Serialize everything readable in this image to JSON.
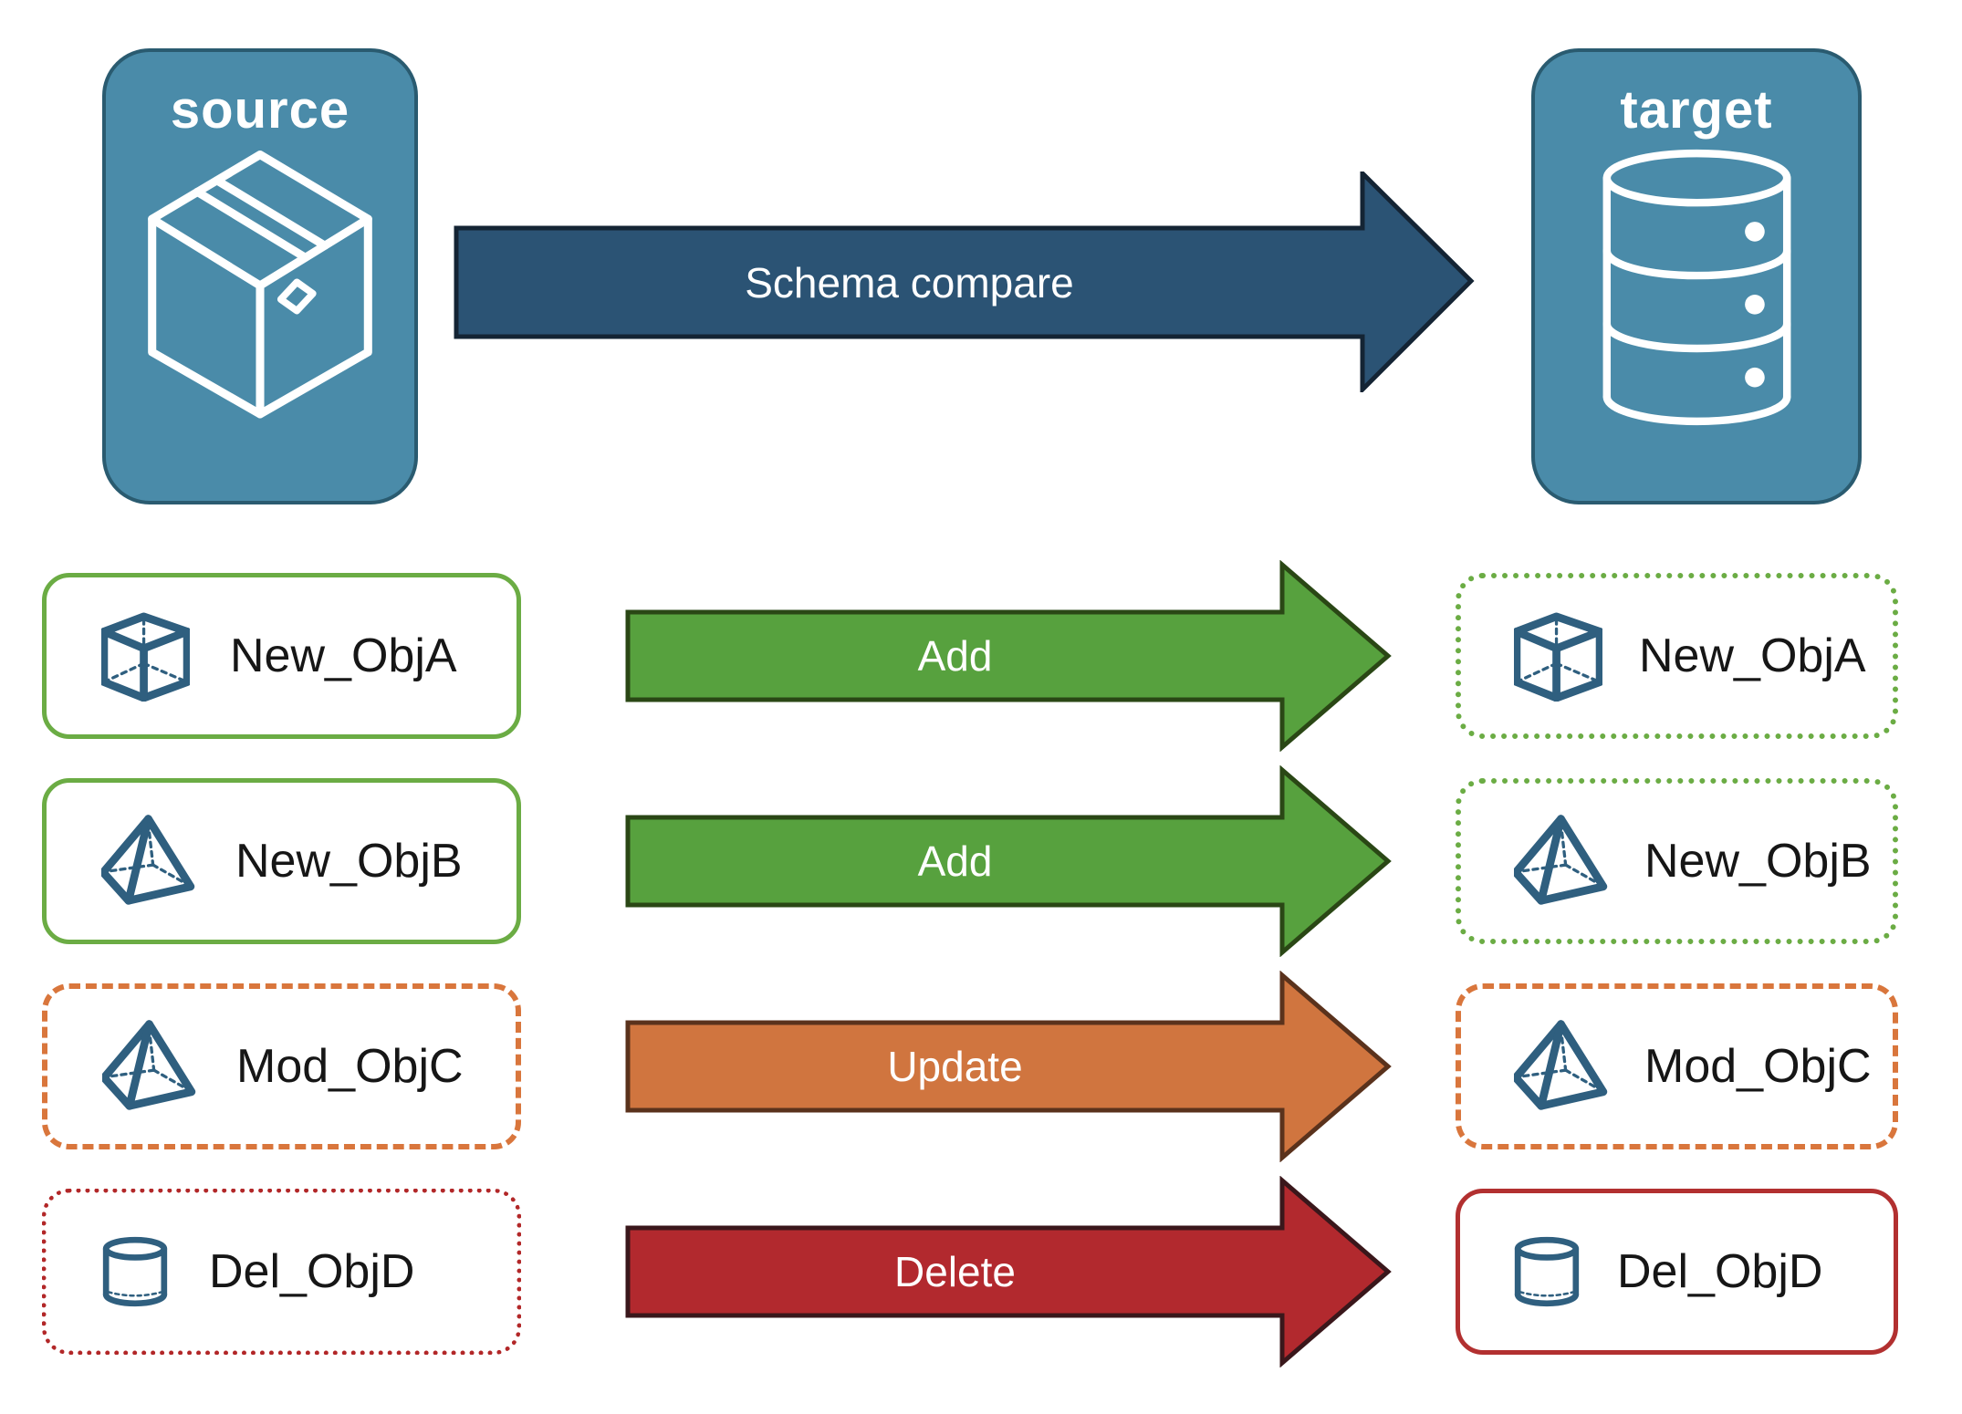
{
  "diagram": {
    "source_node": {
      "title": "source",
      "icon": "package-box-icon"
    },
    "target_node": {
      "title": "target",
      "icon": "database-icon"
    },
    "compare_arrow": {
      "label": "Schema compare"
    },
    "rows": [
      {
        "name": "New_ObjA",
        "action": "Add",
        "icon": "cube-icon",
        "source_box_border": "solid-green",
        "target_box_border": "dotted-green"
      },
      {
        "name": "New_ObjB",
        "action": "Add",
        "icon": "pyramid-icon",
        "source_box_border": "solid-green",
        "target_box_border": "dotted-green"
      },
      {
        "name": "Mod_ObjC",
        "action": "Update",
        "icon": "pyramid-icon",
        "source_box_border": "dashed-orange",
        "target_box_border": "dashed-orange"
      },
      {
        "name": "Del_ObjD",
        "action": "Delete",
        "icon": "cylinder-icon",
        "source_box_border": "dotted-red",
        "target_box_border": "solid-red"
      }
    ]
  },
  "colors": {
    "node_fill": "#4A8BA9",
    "node_border": "#2A5B70",
    "icon_blue": "#2F5F7F",
    "compare_fill": "#2B5374",
    "compare_stroke": "#142434",
    "add_fill": "#57A13E",
    "add_stroke": "#2A4715",
    "update_fill": "#D0753F",
    "update_stroke": "#5A321C",
    "delete_fill": "#B2292E",
    "delete_stroke": "#3A171B",
    "green_border": "#6BAC44",
    "orange_border": "#D9763C",
    "red_dot_border": "#B22728",
    "red_solid_border": "#B23030",
    "text_dark": "#161616"
  }
}
